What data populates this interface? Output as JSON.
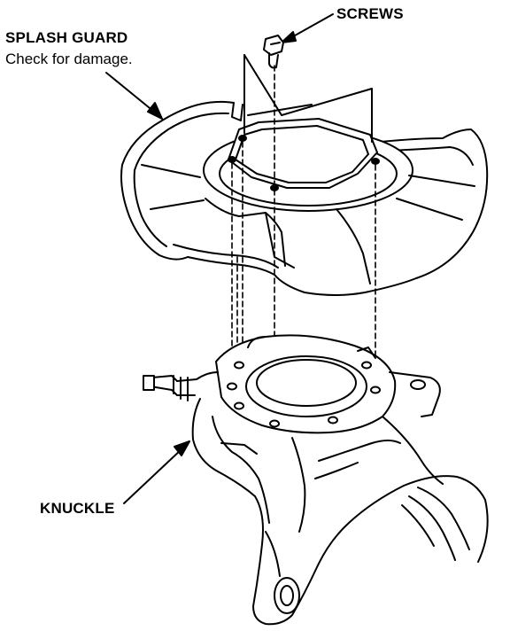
{
  "labels": {
    "screws": "SCREWS",
    "splash_guard": "SPLASH GUARD",
    "splash_guard_note": "Check for damage.",
    "knuckle": "KNUCKLE"
  },
  "colors": {
    "ink": "#000000",
    "paper": "#ffffff"
  }
}
